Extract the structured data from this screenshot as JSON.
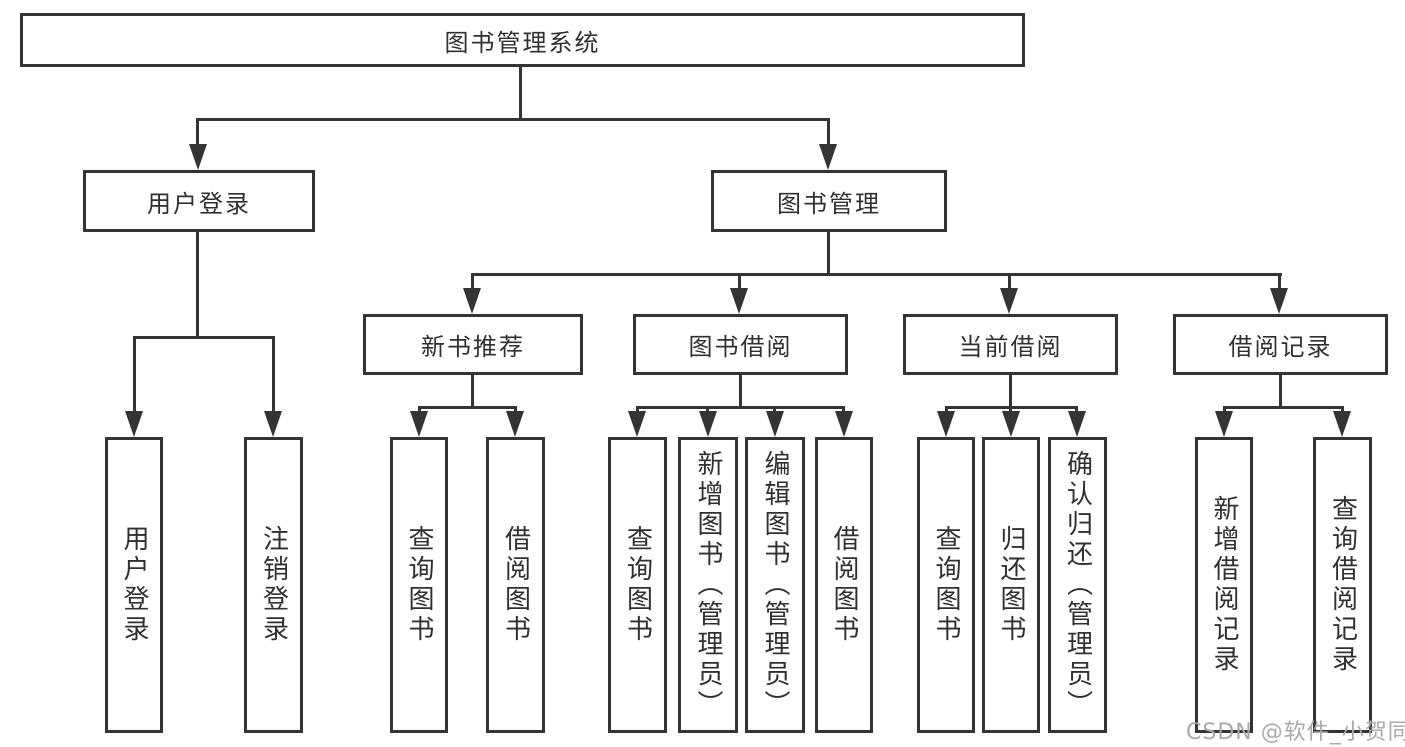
{
  "diagram": {
    "root": {
      "label": "图书管理系统"
    },
    "branches": [
      {
        "label": "用户登录",
        "children": [
          {
            "label": "用户登录"
          },
          {
            "label": "注销登录"
          }
        ]
      },
      {
        "label": "图书管理",
        "children": [
          {
            "label": "新书推荐",
            "children": [
              {
                "label": "查询图书"
              },
              {
                "label": "借阅图书"
              }
            ]
          },
          {
            "label": "图书借阅",
            "children": [
              {
                "label": "查询图书"
              },
              {
                "label": "新增图书（管理员）"
              },
              {
                "label": "编辑图书（管理员）"
              },
              {
                "label": "借阅图书"
              }
            ]
          },
          {
            "label": "当前借阅",
            "children": [
              {
                "label": "查询图书"
              },
              {
                "label": "归还图书"
              },
              {
                "label": "确认归还（管理员）"
              }
            ]
          },
          {
            "label": "借阅记录",
            "children": [
              {
                "label": "新增借阅记录"
              },
              {
                "label": "查询借阅记录"
              }
            ]
          }
        ]
      }
    ]
  },
  "watermark": {
    "text": "CSDN @软件_小贺同学"
  },
  "colors": {
    "line": "#343434",
    "text": "#303030",
    "watermark": "#a9a9a9",
    "background": "#ffffff"
  }
}
